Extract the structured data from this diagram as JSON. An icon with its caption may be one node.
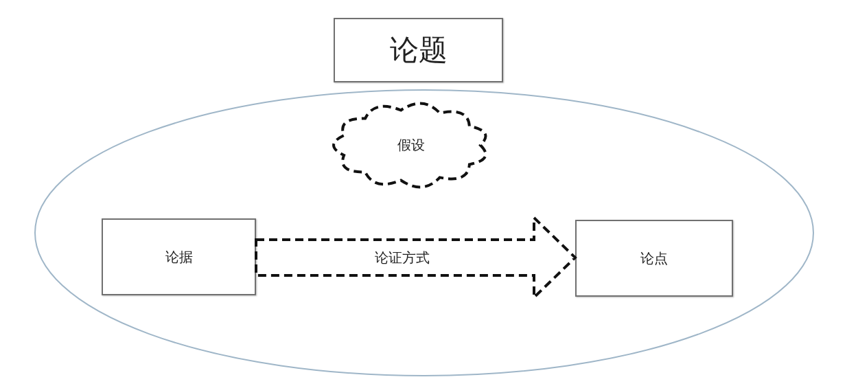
{
  "diagram": {
    "nodes": [
      {
        "text": [
          "论题"
        ]
      },
      {
        "text": [],
        "shape": "ellipse"
      },
      {
        "text": [
          "假设"
        ],
        "in": 1
      },
      {
        "text": [
          "论据"
        ],
        "in": 1
      },
      {
        "text": [
          "论点"
        ],
        "in": 1
      }
    ],
    "edges": [
      {
        "from": 3,
        "to": 4,
        "arrow": "to",
        "label": "论证方式",
        "style": "dashed"
      }
    ]
  }
}
